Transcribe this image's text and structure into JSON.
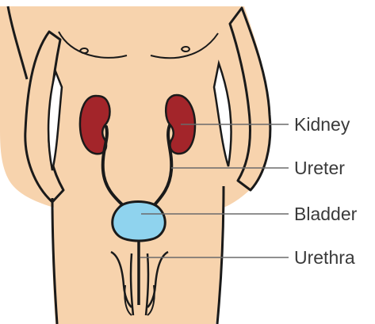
{
  "labels": {
    "kidney": "Kidney",
    "ureter": "Ureter",
    "bladder": "Bladder",
    "urethra": "Urethra"
  },
  "colors": {
    "skin": "#f7d3ad",
    "outline": "#1a1a1a",
    "kidney": "#a3252a",
    "bladder": "#8fd3ee",
    "leader_line": "#6b6b6b",
    "label_text": "#3a3a3a"
  }
}
